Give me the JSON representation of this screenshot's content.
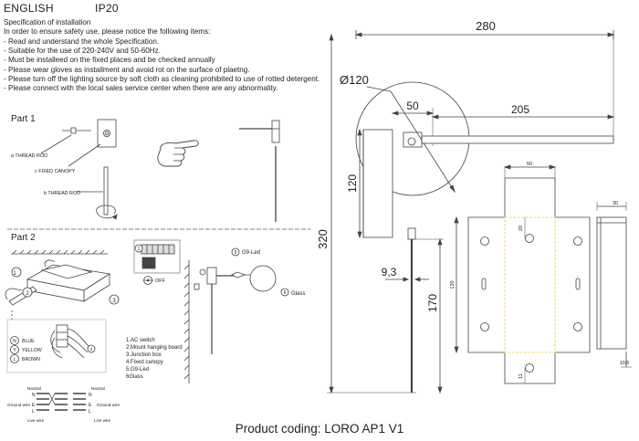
{
  "header": {
    "language": "ENGLISH",
    "ip_rating": "IP20"
  },
  "instructions": {
    "title": "Specification of installation",
    "intro": "In order to ensure safety use, please notice the following items:",
    "items": [
      "- Read and understand the whole Specification.",
      "- Suitable for the use of 220-240V and 50-60Hz.",
      "- Must be installeed on the fixed places and be checked annually",
      "- Please wear gloves as installment and avoid rot on the surface of plaetng.",
      "- Please turn off the lighting source by soft cloth as cleaning prohibited to use of rotted detergent.",
      "- Please connect with the local sales service center when there are any abnormality."
    ]
  },
  "part1": {
    "title": "Part 1",
    "labels": {
      "a": "a THREAD ROD",
      "c": "c FIXED CANOPY",
      "b": "b THREAD ROD"
    }
  },
  "part2": {
    "title": "Part 2",
    "callouts": [
      "1",
      "2",
      "3",
      "4",
      "5",
      "6"
    ],
    "off_label": "OFF",
    "g9_label": "G9-Led",
    "glass_label": "Glass",
    "wire_colors": {
      "n": "BLUE",
      "y": "YELLOW",
      "l": "BROWN",
      "n_letter": "N",
      "y_letter": "Y",
      "l_letter": "L"
    },
    "legend": [
      "1.AC switch",
      "2.Mount hanging board",
      "3.Junction box",
      "4.Fixed canopy",
      "5.G9-Led",
      "6Glass"
    ],
    "wiring": {
      "neutral": "Neutral",
      "ground": "Ground wire",
      "live": "Live wire",
      "n": "N",
      "e": "E",
      "l": "L"
    }
  },
  "dimensions": {
    "overall_width": "280",
    "diameter": "Ø120",
    "offset": "50",
    "arm_length": "205",
    "height_upper": "120",
    "overall_height": "320",
    "rod_gap": "9,3",
    "rod_length": "170",
    "plate_width": "50",
    "plate_height": "120",
    "hole_offset": "20",
    "hole_offset_bottom": "11",
    "side_depth": "30",
    "side_bottom": "10,5"
  },
  "footer": {
    "product_coding": "Product coding: LORO AP1 V1"
  },
  "colors": {
    "line": "#444444",
    "highlight": "#f2e08a"
  }
}
